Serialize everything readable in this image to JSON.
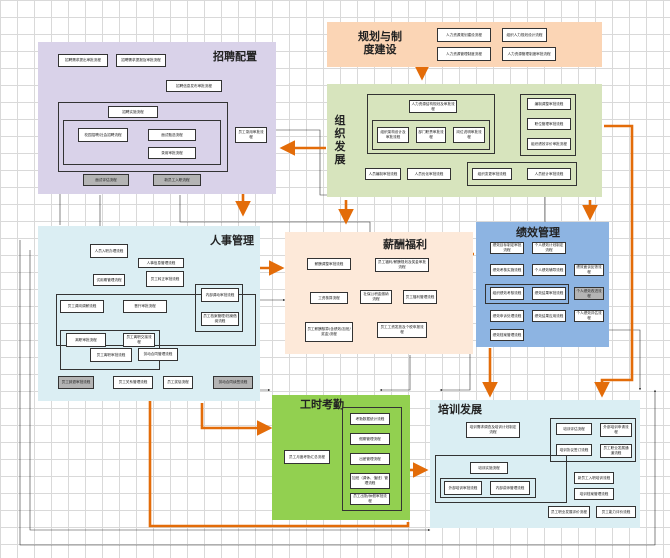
{
  "regions": {
    "planning": {
      "title": "规划与制度建设",
      "color": "#fbd5b5",
      "boxes": [
        "人力资源规划建设流程",
        "组织人力规划设计流程",
        "人力资源管理制度流程",
        "人力资源管理制度审批流程"
      ]
    },
    "recruit": {
      "title": "招聘配置",
      "color": "#d9d2e9",
      "boxes": [
        "招聘需求提出审批流程",
        "招聘需求提报及审批流程",
        "招聘信息发布审批流程",
        "招聘实施流程",
        "校园招聘/社会招聘流程",
        "面试甄选流程",
        "录用审批流程",
        "员工录用审批流程",
        "面试评估流程",
        "新员工入职流程"
      ]
    },
    "org": {
      "title": "组织发展",
      "color": "#d7e4bd",
      "boxes": [
        "人力资源结构规划及审批流程",
        "组织架构设计及审批流程",
        "部门职责审批流程",
        "岗位说明审批流程",
        "编制调整审批流程",
        "职位管理审批流程",
        "组织绩效评价审批流程",
        "人员编制审批流程",
        "人员优化审批流程",
        "组织变更审批流程",
        "人员统计审批流程"
      ]
    },
    "hr": {
      "title": "人事管理",
      "color": "#dbeef3",
      "boxes": [
        "人员入职办理流程",
        "试用期管理流程",
        "员工转正审批流程",
        "员工调岗调薪流程",
        "晋升审批流程",
        "内部调动审批流程",
        "员工档案管理/档案借阅流程",
        "离职审批流程",
        "员工离职交接流程",
        "员工离职审批流程",
        "劳动合同管理流程",
        "员工辞退审批流程",
        "员工关系管理流程",
        "员工奖惩流程",
        "劳动合同续签流程",
        "人事信息管理流程"
      ]
    },
    "salary": {
      "title": "薪酬福利",
      "color": "#fde9d9",
      "boxes": [
        "薪酬调整审批流程",
        "员工福利/薪酬规划及奖金审批流程",
        "工资核算流程",
        "社保公积金缴纳流程",
        "员工福利管理流程",
        "员工薪酬核算(含绩效/加班/奖金)流程",
        "员工工资发放及个税申报流程"
      ]
    },
    "perf": {
      "title": "绩效管理",
      "color": "#8db4e2",
      "boxes": [
        "绩效目标制定审批流程",
        "个人绩效计划制定流程",
        "绩效考核实施流程",
        "个人绩效辅导流程",
        "绩效面谈反馈流程",
        "组织绩效考核流程",
        "绩效结果审批流程",
        "个人绩效改进流程",
        "绩效申诉处理流程",
        "绩效结果应用流程",
        "个人绩效评估流程",
        "绩效档案管理流程"
      ]
    },
    "time": {
      "title": "工时考勤",
      "color": "#92d050",
      "boxes": [
        "考勤数据统计流程",
        "假期管理流程",
        "出差管理流程",
        "加班（调休、值班）管理流程",
        "员工出勤/休假审批流程",
        "员工月度考勤汇总流程"
      ]
    },
    "train": {
      "title": "培训发展",
      "color": "#daeef3",
      "boxes": [
        "培训需求调查及培训计划制定流程",
        "培训实施流程",
        "外部培训审批流程",
        "内部讲师管理流程",
        "新员工入职培训流程",
        "培训评估流程",
        "外部培训申请流程",
        "培训协议签订流程",
        "员工职业发展通道流程",
        "员工职业发展评价流程",
        "员工能力评价流程",
        "培训档案管理流程"
      ]
    }
  },
  "link_color": "#333333",
  "arrow_color": "#e36c09"
}
